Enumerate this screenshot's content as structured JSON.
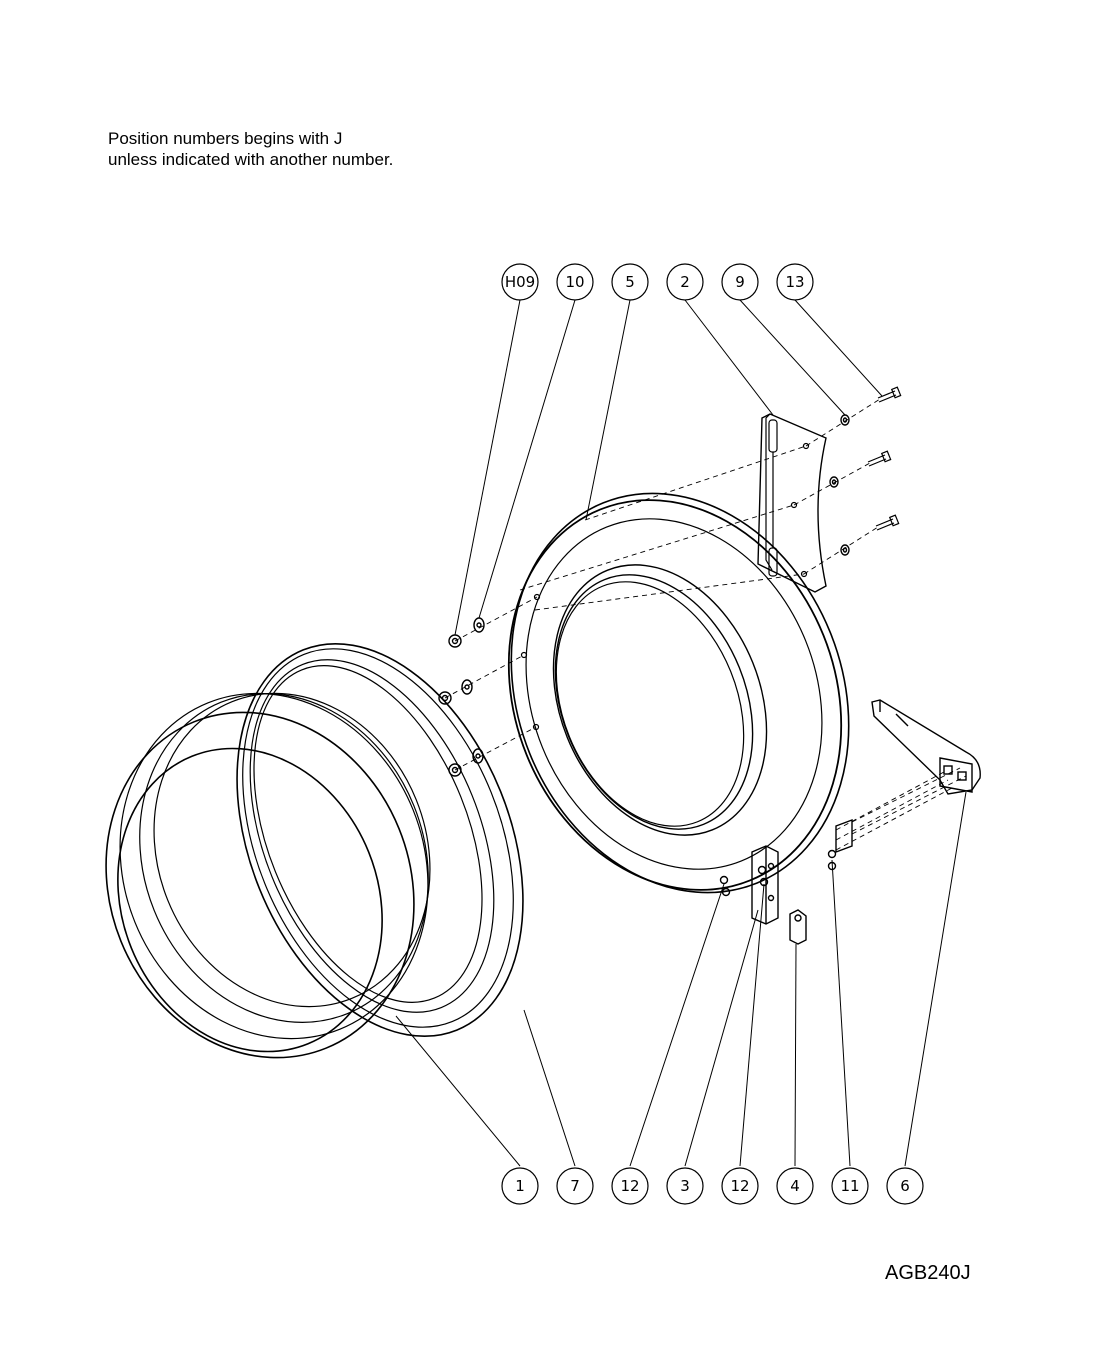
{
  "note": {
    "line1": "Position numbers begins with  J",
    "line2": "unless indicated with another number."
  },
  "drawing_code": "AGB240J",
  "balloons_top": [
    "H09",
    "10",
    "5",
    "2",
    "9",
    "13"
  ],
  "balloons_bottom": [
    "1",
    "7",
    "12",
    "3",
    "12",
    "4",
    "11",
    "6"
  ],
  "colors": {
    "line": "#000000",
    "background": "#ffffff"
  }
}
